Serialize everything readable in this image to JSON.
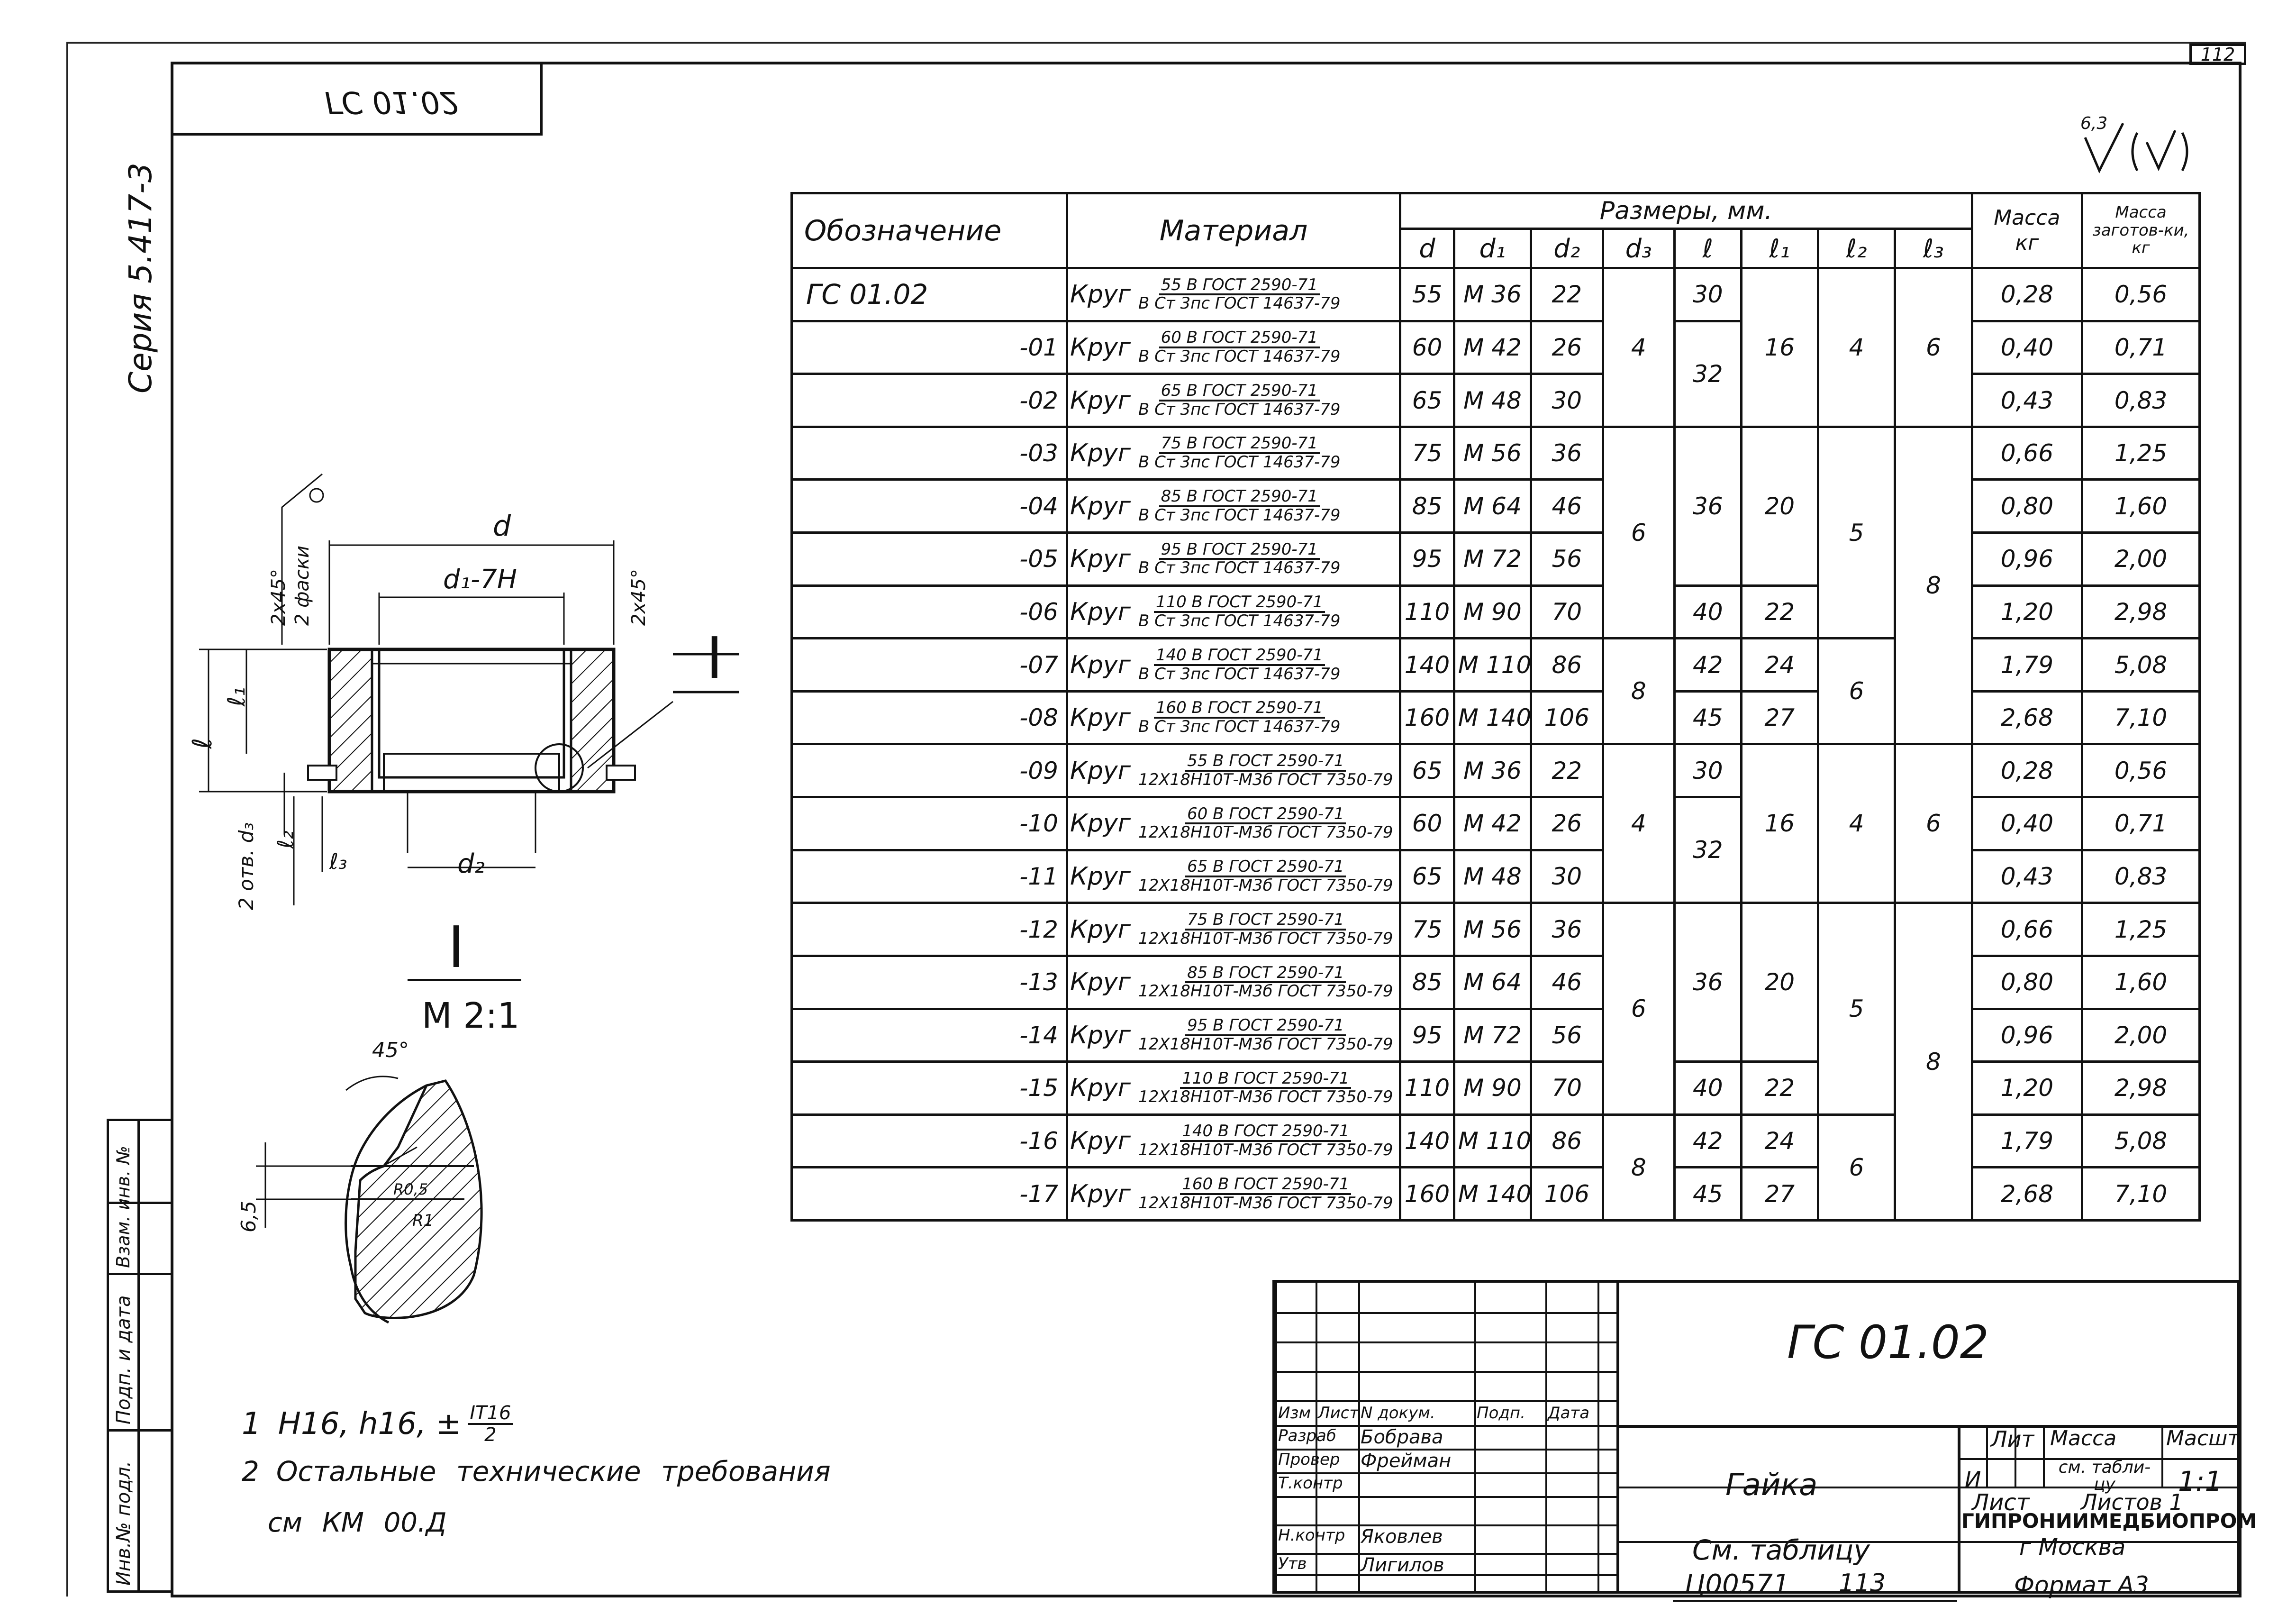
{
  "sheet": {
    "corner_number": "112",
    "top_stamp_mirrored": "ГС 01.02",
    "series_label": "Серия 5.417-3",
    "roughness": "6,3",
    "bottom_archive_number": "Ц00571",
    "bottom_page_number": "113",
    "format": "Формат А3"
  },
  "side_stamps": [
    "Инв.№ подл.",
    "Подп. и дата",
    "Взам. инв. №"
  ],
  "drawing": {
    "dims": {
      "d": "d",
      "d1": "d₁-7H",
      "d2": "d₂",
      "l": "ℓ",
      "l1": "ℓ₁",
      "l2": "ℓ₂",
      "l3": "ℓ₃",
      "chamfer_left": "2х45°",
      "chamfer_left_note": "2 фаски",
      "chamfer_right": "2х45°",
      "holes": "2 отв. d₃",
      "section_mark": "I"
    },
    "detail": {
      "title": "I",
      "scale": "М 2:1",
      "angle": "45°",
      "dim_65": "6,5",
      "r05": "R0,5",
      "r1": "R1"
    }
  },
  "notes": [
    {
      "num": "1",
      "text": "Н16, h16, ±",
      "frac_num": "IT16",
      "frac_den": "2"
    },
    {
      "num": "2",
      "text": "Остальные технические требования"
    },
    {
      "num": "",
      "text": "см КМ 00.Д"
    }
  ],
  "table": {
    "headers": {
      "designation": "Обозначение",
      "material": "Материал",
      "dimensions": "Размеры, мм.",
      "cols": [
        "d",
        "d₁",
        "d₂",
        "d₃",
        "ℓ",
        "ℓ₁",
        "ℓ₂",
        "ℓ₃"
      ],
      "mass": "Масса",
      "mass_unit": "кг",
      "blank_mass": "Масса заготов-ки, кг"
    },
    "rows": [
      {
        "des": "ГС 01.02",
        "mat_word": "Круг",
        "mat_num": "55 В ГОСТ 2590-71",
        "mat_den": "В Ст 3пс ГОСТ 14637-79",
        "d": "55",
        "d1": "М 36",
        "d2": "22",
        "mass": "0,28",
        "blank": "0,56"
      },
      {
        "des": "-01",
        "mat_word": "Круг",
        "mat_num": "60 В ГОСТ 2590-71",
        "mat_den": "В Ст 3пс ГОСТ 14637-79",
        "d": "60",
        "d1": "М 42",
        "d2": "26",
        "mass": "0,40",
        "blank": "0,71"
      },
      {
        "des": "-02",
        "mat_word": "Круг",
        "mat_num": "65 В ГОСТ 2590-71",
        "mat_den": "В Ст 3пс ГОСТ 14637-79",
        "d": "65",
        "d1": "М 48",
        "d2": "30",
        "mass": "0,43",
        "blank": "0,83"
      },
      {
        "des": "-03",
        "mat_word": "Круг",
        "mat_num": "75 В ГОСТ 2590-71",
        "mat_den": "В Ст 3пс ГОСТ 14637-79",
        "d": "75",
        "d1": "М 56",
        "d2": "36",
        "mass": "0,66",
        "blank": "1,25"
      },
      {
        "des": "-04",
        "mat_word": "Круг",
        "mat_num": "85 В ГОСТ 2590-71",
        "mat_den": "В Ст 3пс ГОСТ 14637-79",
        "d": "85",
        "d1": "М 64",
        "d2": "46",
        "mass": "0,80",
        "blank": "1,60"
      },
      {
        "des": "-05",
        "mat_word": "Круг",
        "mat_num": "95 В ГОСТ 2590-71",
        "mat_den": "В Ст 3пс ГОСТ 14637-79",
        "d": "95",
        "d1": "М 72",
        "d2": "56",
        "mass": "0,96",
        "blank": "2,00"
      },
      {
        "des": "-06",
        "mat_word": "Круг",
        "mat_num": "110 В ГОСТ 2590-71",
        "mat_den": "В Ст 3пс ГОСТ 14637-79",
        "d": "110",
        "d1": "М 90",
        "d2": "70",
        "mass": "1,20",
        "blank": "2,98"
      },
      {
        "des": "-07",
        "mat_word": "Круг",
        "mat_num": "140 В ГОСТ 2590-71",
        "mat_den": "В Ст 3пс ГОСТ 14637-79",
        "d": "140",
        "d1": "М 110",
        "d2": "86",
        "mass": "1,79",
        "blank": "5,08"
      },
      {
        "des": "-08",
        "mat_word": "Круг",
        "mat_num": "160 В ГОСТ 2590-71",
        "mat_den": "В Ст 3пс ГОСТ 14637-79",
        "d": "160",
        "d1": "М 140",
        "d2": "106",
        "mass": "2,68",
        "blank": "7,10"
      },
      {
        "des": "-09",
        "mat_word": "Круг",
        "mat_num": "55 В ГОСТ 2590-71",
        "mat_den": "12Х18Н10Т-М3б ГОСТ 7350-79",
        "d": "65",
        "d1": "М 36",
        "d2": "22",
        "mass": "0,28",
        "blank": "0,56"
      },
      {
        "des": "-10",
        "mat_word": "Круг",
        "mat_num": "60 В ГОСТ 2590-71",
        "mat_den": "12Х18Н10Т-М3б ГОСТ 7350-79",
        "d": "60",
        "d1": "М 42",
        "d2": "26",
        "mass": "0,40",
        "blank": "0,71"
      },
      {
        "des": "-11",
        "mat_word": "Круг",
        "mat_num": "65 В ГОСТ 2590-71",
        "mat_den": "12Х18Н10Т-М3б ГОСТ 7350-79",
        "d": "65",
        "d1": "М 48",
        "d2": "30",
        "mass": "0,43",
        "blank": "0,83"
      },
      {
        "des": "-12",
        "mat_word": "Круг",
        "mat_num": "75 В ГОСТ 2590-71",
        "mat_den": "12Х18Н10Т-М3б ГОСТ 7350-79",
        "d": "75",
        "d1": "М 56",
        "d2": "36",
        "mass": "0,66",
        "blank": "1,25"
      },
      {
        "des": "-13",
        "mat_word": "Круг",
        "mat_num": "85 В ГОСТ 2590-71",
        "mat_den": "12Х18Н10Т-М3б ГОСТ 7350-79",
        "d": "85",
        "d1": "М 64",
        "d2": "46",
        "mass": "0,80",
        "blank": "1,60"
      },
      {
        "des": "-14",
        "mat_word": "Круг",
        "mat_num": "95 В ГОСТ 2590-71",
        "mat_den": "12Х18Н10Т-М3б ГОСТ 7350-79",
        "d": "95",
        "d1": "М 72",
        "d2": "56",
        "mass": "0,96",
        "blank": "2,00"
      },
      {
        "des": "-15",
        "mat_word": "Круг",
        "mat_num": "110 В ГОСТ 2590-71",
        "mat_den": "12Х18Н10Т-М3б ГОСТ 7350-79",
        "d": "110",
        "d1": "М 90",
        "d2": "70",
        "mass": "1,20",
        "blank": "2,98"
      },
      {
        "des": "-16",
        "mat_word": "Круг",
        "mat_num": "140 В ГОСТ 2590-71",
        "mat_den": "12Х18Н10Т-М3б ГОСТ 7350-79",
        "d": "140",
        "d1": "М 110",
        "d2": "86",
        "mass": "1,79",
        "blank": "5,08"
      },
      {
        "des": "-17",
        "mat_word": "Круг",
        "mat_num": "160 В ГОСТ 2590-71",
        "mat_den": "12Х18Н10Т-М3б ГОСТ 7350-79",
        "d": "160",
        "d1": "М 140",
        "d2": "106",
        "mass": "2,68",
        "blank": "7,10"
      }
    ],
    "group_values": [
      {
        "d3": "4",
        "l": [
          "30",
          "32"
        ],
        "l1": "16",
        "l2": "4",
        "l3": "6"
      },
      {
        "d3": "6",
        "l": [
          "36",
          "40"
        ],
        "l1": [
          "20",
          "22"
        ],
        "l2": "5",
        "l3": "8"
      },
      {
        "d3": "8",
        "l": [
          "42",
          "45"
        ],
        "l1": [
          "24",
          "27"
        ],
        "l2": "6"
      },
      {
        "d3": "4",
        "l": [
          "30",
          "32"
        ],
        "l1": "16",
        "l2": "4",
        "l3": "6"
      },
      {
        "d3": "6",
        "l": [
          "36",
          "40"
        ],
        "l1": [
          "20",
          "22"
        ],
        "l2": "5",
        "l3": "8"
      },
      {
        "d3": "8",
        "l": [
          "42",
          "45"
        ],
        "l1": [
          "24",
          "27"
        ],
        "l2": "6"
      }
    ]
  },
  "title_block": {
    "doc_code": "ГС 01.02",
    "name": "Гайка",
    "material_ref": "См. таблицу",
    "org": "ГИПРОНИИМЕДБИОПРОМ",
    "city": "г Москва",
    "lit": "Лит",
    "mass": "Масса",
    "scale_hdr": "Масшт",
    "lit_value": "И",
    "mass_value": "см. табли-цу",
    "scale_value": "1:1",
    "sheet": "Лист",
    "sheets": "Листов 1",
    "col_headers": [
      "Изм",
      "Лист",
      "N докум.",
      "Подп.",
      "Дата"
    ],
    "people": [
      {
        "role": "Разраб",
        "name": "Бобрава"
      },
      {
        "role": "Провер",
        "name": "Фрейман"
      },
      {
        "role": "Т.контр",
        "name": ""
      },
      {
        "role": "Н.контр",
        "name": "Яковлев"
      },
      {
        "role": "Утв",
        "name": "Лигилов"
      }
    ]
  }
}
